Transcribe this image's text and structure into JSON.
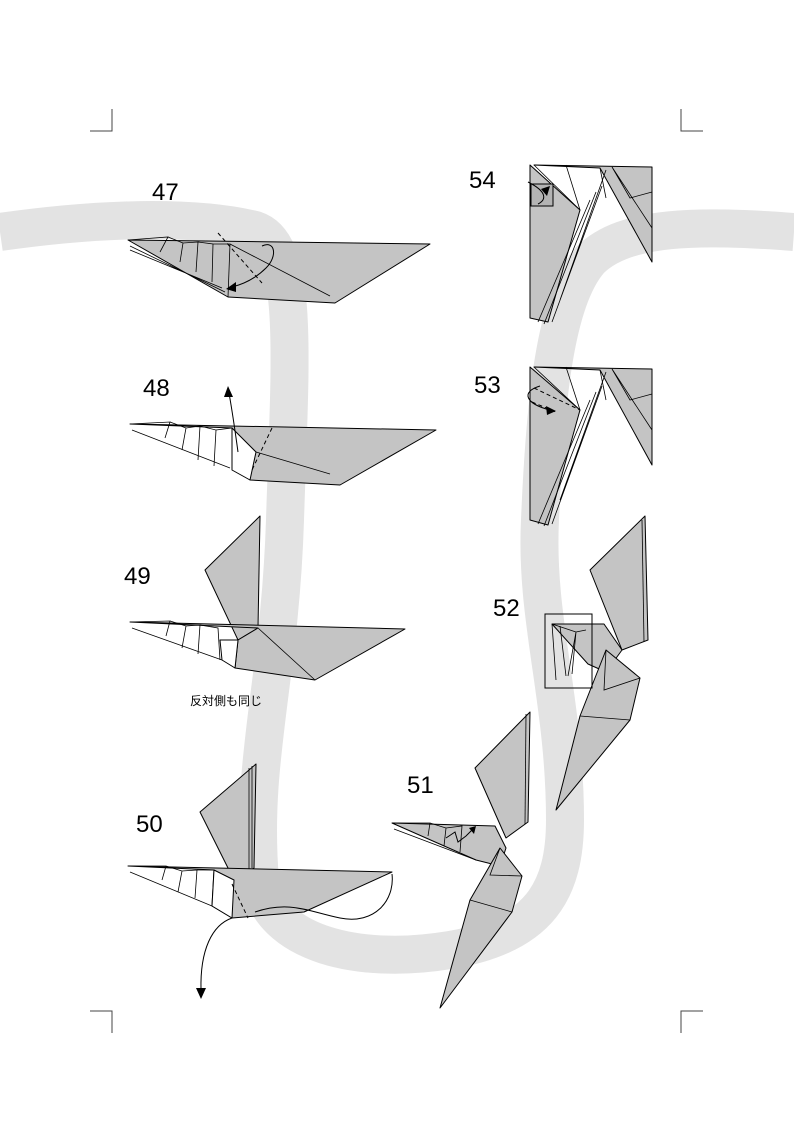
{
  "steps": {
    "s47": "47",
    "s48": "48",
    "s49": "49",
    "s50": "50",
    "s51": "51",
    "s52": "52",
    "s53": "53",
    "s54": "54"
  },
  "notes": {
    "same_on_other_side": "反対側も同じ"
  },
  "colors": {
    "paper": "#c4c4c4",
    "path_band": "#e3e3e3",
    "line": "#000000"
  }
}
